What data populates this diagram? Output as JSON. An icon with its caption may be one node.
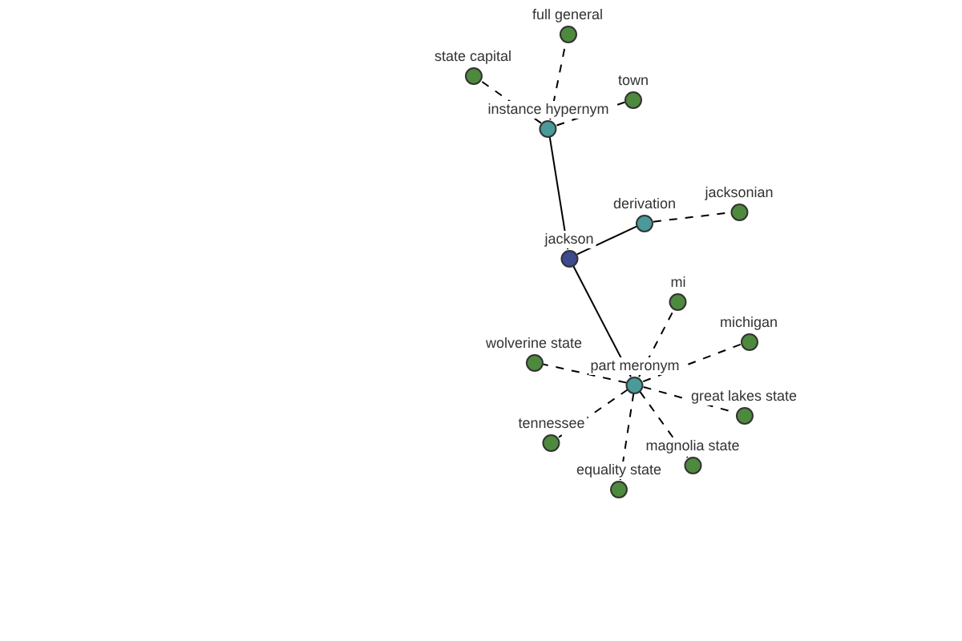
{
  "diagram": {
    "nodes": [
      {
        "text": [
          "jackson"
        ]
      },
      {
        "text": [
          "instance hypernym"
        ]
      },
      {
        "text": [
          "full general"
        ]
      },
      {
        "text": [
          "state capital"
        ]
      },
      {
        "text": [
          "town"
        ]
      },
      {
        "text": [
          "derivation"
        ]
      },
      {
        "text": [
          "jacksonian"
        ]
      },
      {
        "text": [
          "part meronym"
        ]
      },
      {
        "text": [
          "mi"
        ]
      },
      {
        "text": [
          "michigan"
        ]
      },
      {
        "text": [
          "wolverine state"
        ]
      },
      {
        "text": [
          "great lakes state"
        ]
      },
      {
        "text": [
          "tennessee"
        ]
      },
      {
        "text": [
          "magnolia state"
        ]
      },
      {
        "text": [
          "equality state"
        ]
      }
    ],
    "edges": [
      {
        "from": 0,
        "to": 1,
        "arrow": "none"
      },
      {
        "from": 0,
        "to": 5,
        "arrow": "none"
      },
      {
        "from": 0,
        "to": 7,
        "arrow": "none"
      },
      {
        "from": 1,
        "to": 2,
        "arrow": "none",
        "style": "dashed"
      },
      {
        "from": 1,
        "to": 3,
        "arrow": "none",
        "style": "dashed"
      },
      {
        "from": 1,
        "to": 4,
        "arrow": "none",
        "style": "dashed"
      },
      {
        "from": 5,
        "to": 6,
        "arrow": "none",
        "style": "dashed"
      },
      {
        "from": 7,
        "to": 8,
        "arrow": "none",
        "style": "dashed"
      },
      {
        "from": 7,
        "to": 9,
        "arrow": "none",
        "style": "dashed"
      },
      {
        "from": 7,
        "to": 10,
        "arrow": "none",
        "style": "dashed"
      },
      {
        "from": 7,
        "to": 11,
        "arrow": "none",
        "style": "dashed"
      },
      {
        "from": 7,
        "to": 12,
        "arrow": "none",
        "style": "dashed"
      },
      {
        "from": 7,
        "to": 13,
        "arrow": "none",
        "style": "dashed"
      },
      {
        "from": 7,
        "to": 14,
        "arrow": "none",
        "style": "dashed"
      }
    ]
  }
}
